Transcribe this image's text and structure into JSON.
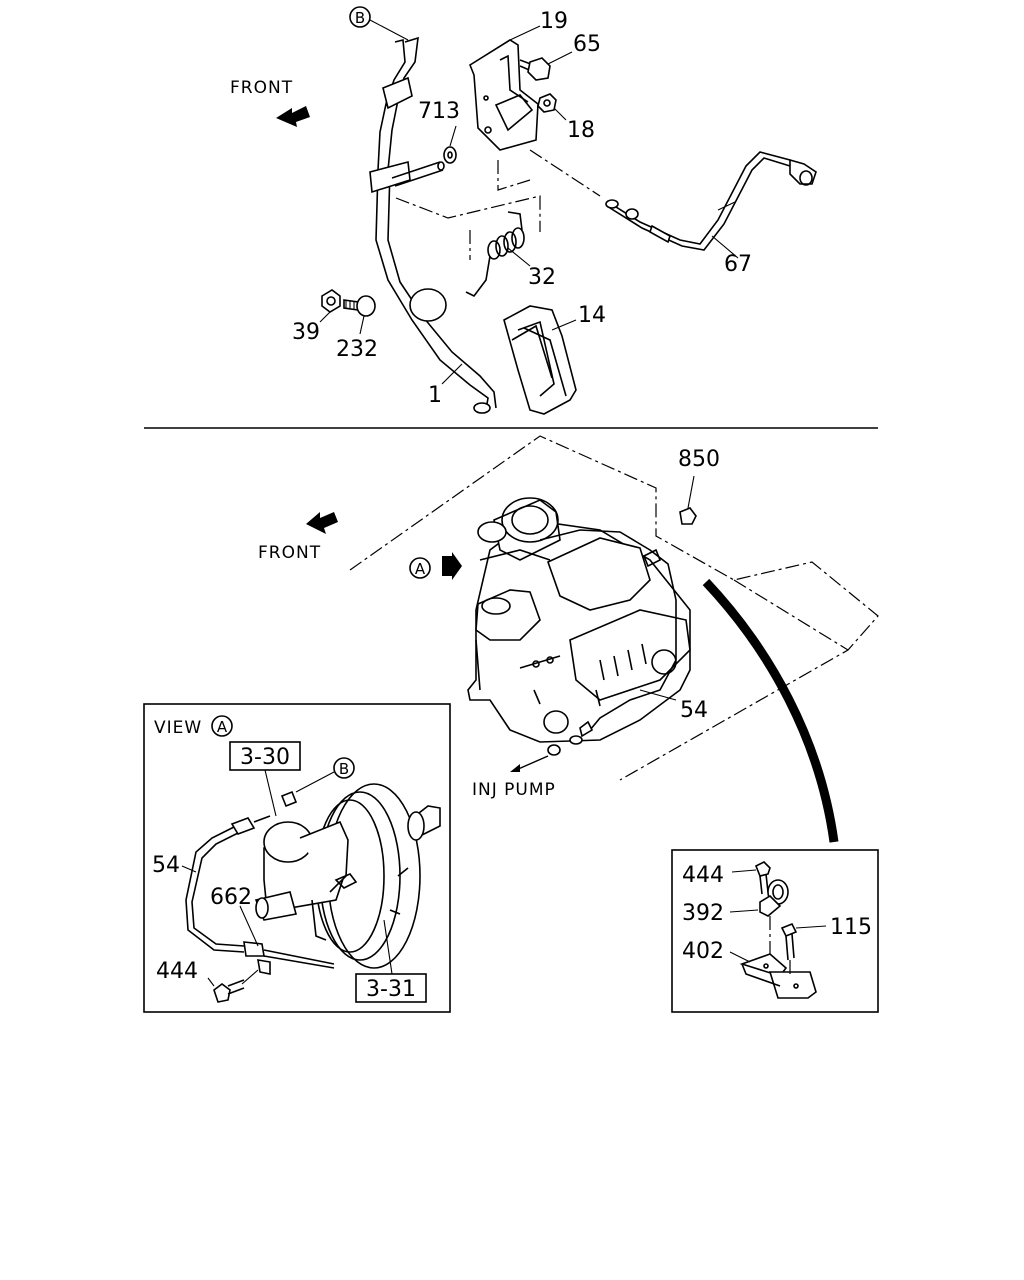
{
  "labels": {
    "front_top": "FRONT",
    "front_mid": "FRONT",
    "inj_pump": "INJ PUMP",
    "view_a": "VIEW",
    "marker_a": "A",
    "marker_b": "B"
  },
  "parts_top": {
    "p19": "19",
    "p65": "65",
    "p713": "713",
    "p18": "18",
    "p67": "67",
    "p32": "32",
    "p14": "14",
    "p39": "39",
    "p232": "232",
    "p1": "1"
  },
  "parts_engine": {
    "p850": "850",
    "p54": "54"
  },
  "parts_view_a": {
    "ref_330": "3-30",
    "ref_331": "3-31",
    "p54": "54",
    "p662": "662",
    "p444": "444"
  },
  "parts_detail": {
    "p444": "444",
    "p392": "392",
    "p115": "115",
    "p402": "402"
  }
}
